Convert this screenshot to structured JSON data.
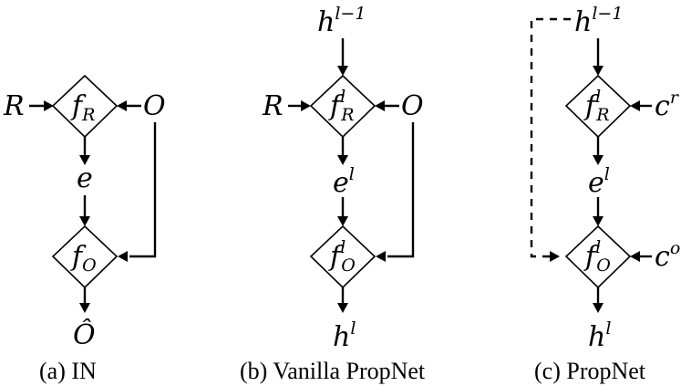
{
  "panel_a": {
    "input_left": "R",
    "input_right": "O",
    "node1_base": "f",
    "node1_sub": "R",
    "mid": "e",
    "node2_base": "f",
    "node2_sub": "O",
    "output": "Ô",
    "caption": "(a) IN"
  },
  "panel_b": {
    "top_base": "h",
    "top_sup": "l−1",
    "input_left": "R",
    "input_right": "O",
    "node1_base": "f",
    "node1_sup": "l",
    "node1_sub": "R",
    "mid_base": "e",
    "mid_sup": "l",
    "node2_base": "f",
    "node2_sup": "l",
    "node2_sub": "O",
    "out_base": "h",
    "out_sup": "l",
    "caption": "(b) Vanilla PropNet"
  },
  "panel_c": {
    "top_base": "h",
    "top_sup": "l−1",
    "c1_base": "c",
    "c1_sup": "r",
    "node1_base": "f",
    "node1_sup": "l",
    "node1_sub": "R",
    "mid_base": "e",
    "mid_sup": "l",
    "node2_base": "f",
    "node2_sup": "l",
    "node2_sub": "O",
    "c2_base": "c",
    "c2_sup": "o",
    "out_base": "h",
    "out_sup": "l",
    "caption": "(c) PropNet"
  }
}
